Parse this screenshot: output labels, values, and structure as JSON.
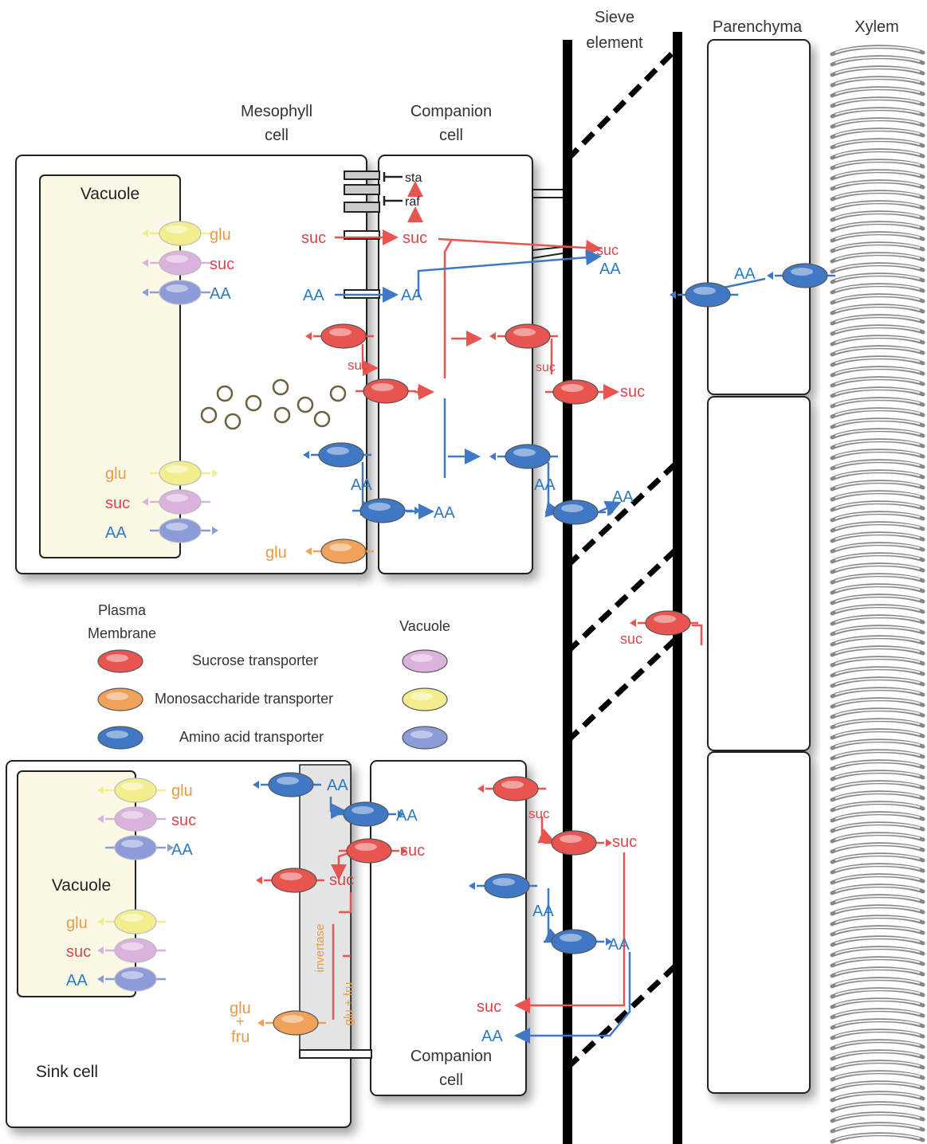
{
  "headers": {
    "sieve_1": "Sieve",
    "sieve_2": "element",
    "parenchyma": "Parenchyma",
    "xylem": "Xylem",
    "mesophyll_1": "Mesophyll",
    "mesophyll_2": "cell",
    "companion_1": "Companion",
    "companion_2": "cell",
    "vacuole": "Vacuole",
    "sink_cell": "Sink cell",
    "companion_sink_1": "Companion",
    "companion_sink_2": "cell"
  },
  "molecules": {
    "glu": "glu",
    "suc": "suc",
    "aa": "AA",
    "sta": "sta",
    "raf": "raf",
    "fru": "fru",
    "plus": "+"
  },
  "enzymes": {
    "invertase": "invertase",
    "glu_fru": "glu + fru"
  },
  "legend": {
    "plasma_membrane_1": "Plasma",
    "plasma_membrane_2": "Membrane",
    "vacuole": "Vacuole",
    "sucrose": "Sucrose transporter",
    "monosaccharide": "Monosaccharide transporter",
    "amino_acid": "Amino acid transporter"
  },
  "colors": {
    "sucrose": "#e8544f",
    "monosaccharide": "#f0a15a",
    "amino_acid": "#3f78c4",
    "vac_sucrose": "#d9b3dc",
    "vac_mono": "#f2ee8e",
    "vac_amino": "#8d9bd8",
    "text_red": "#d9474f",
    "text_orange": "#e89a45",
    "text_blue": "#2f7ac0",
    "vacuole_fill": "#fbf8e6"
  }
}
